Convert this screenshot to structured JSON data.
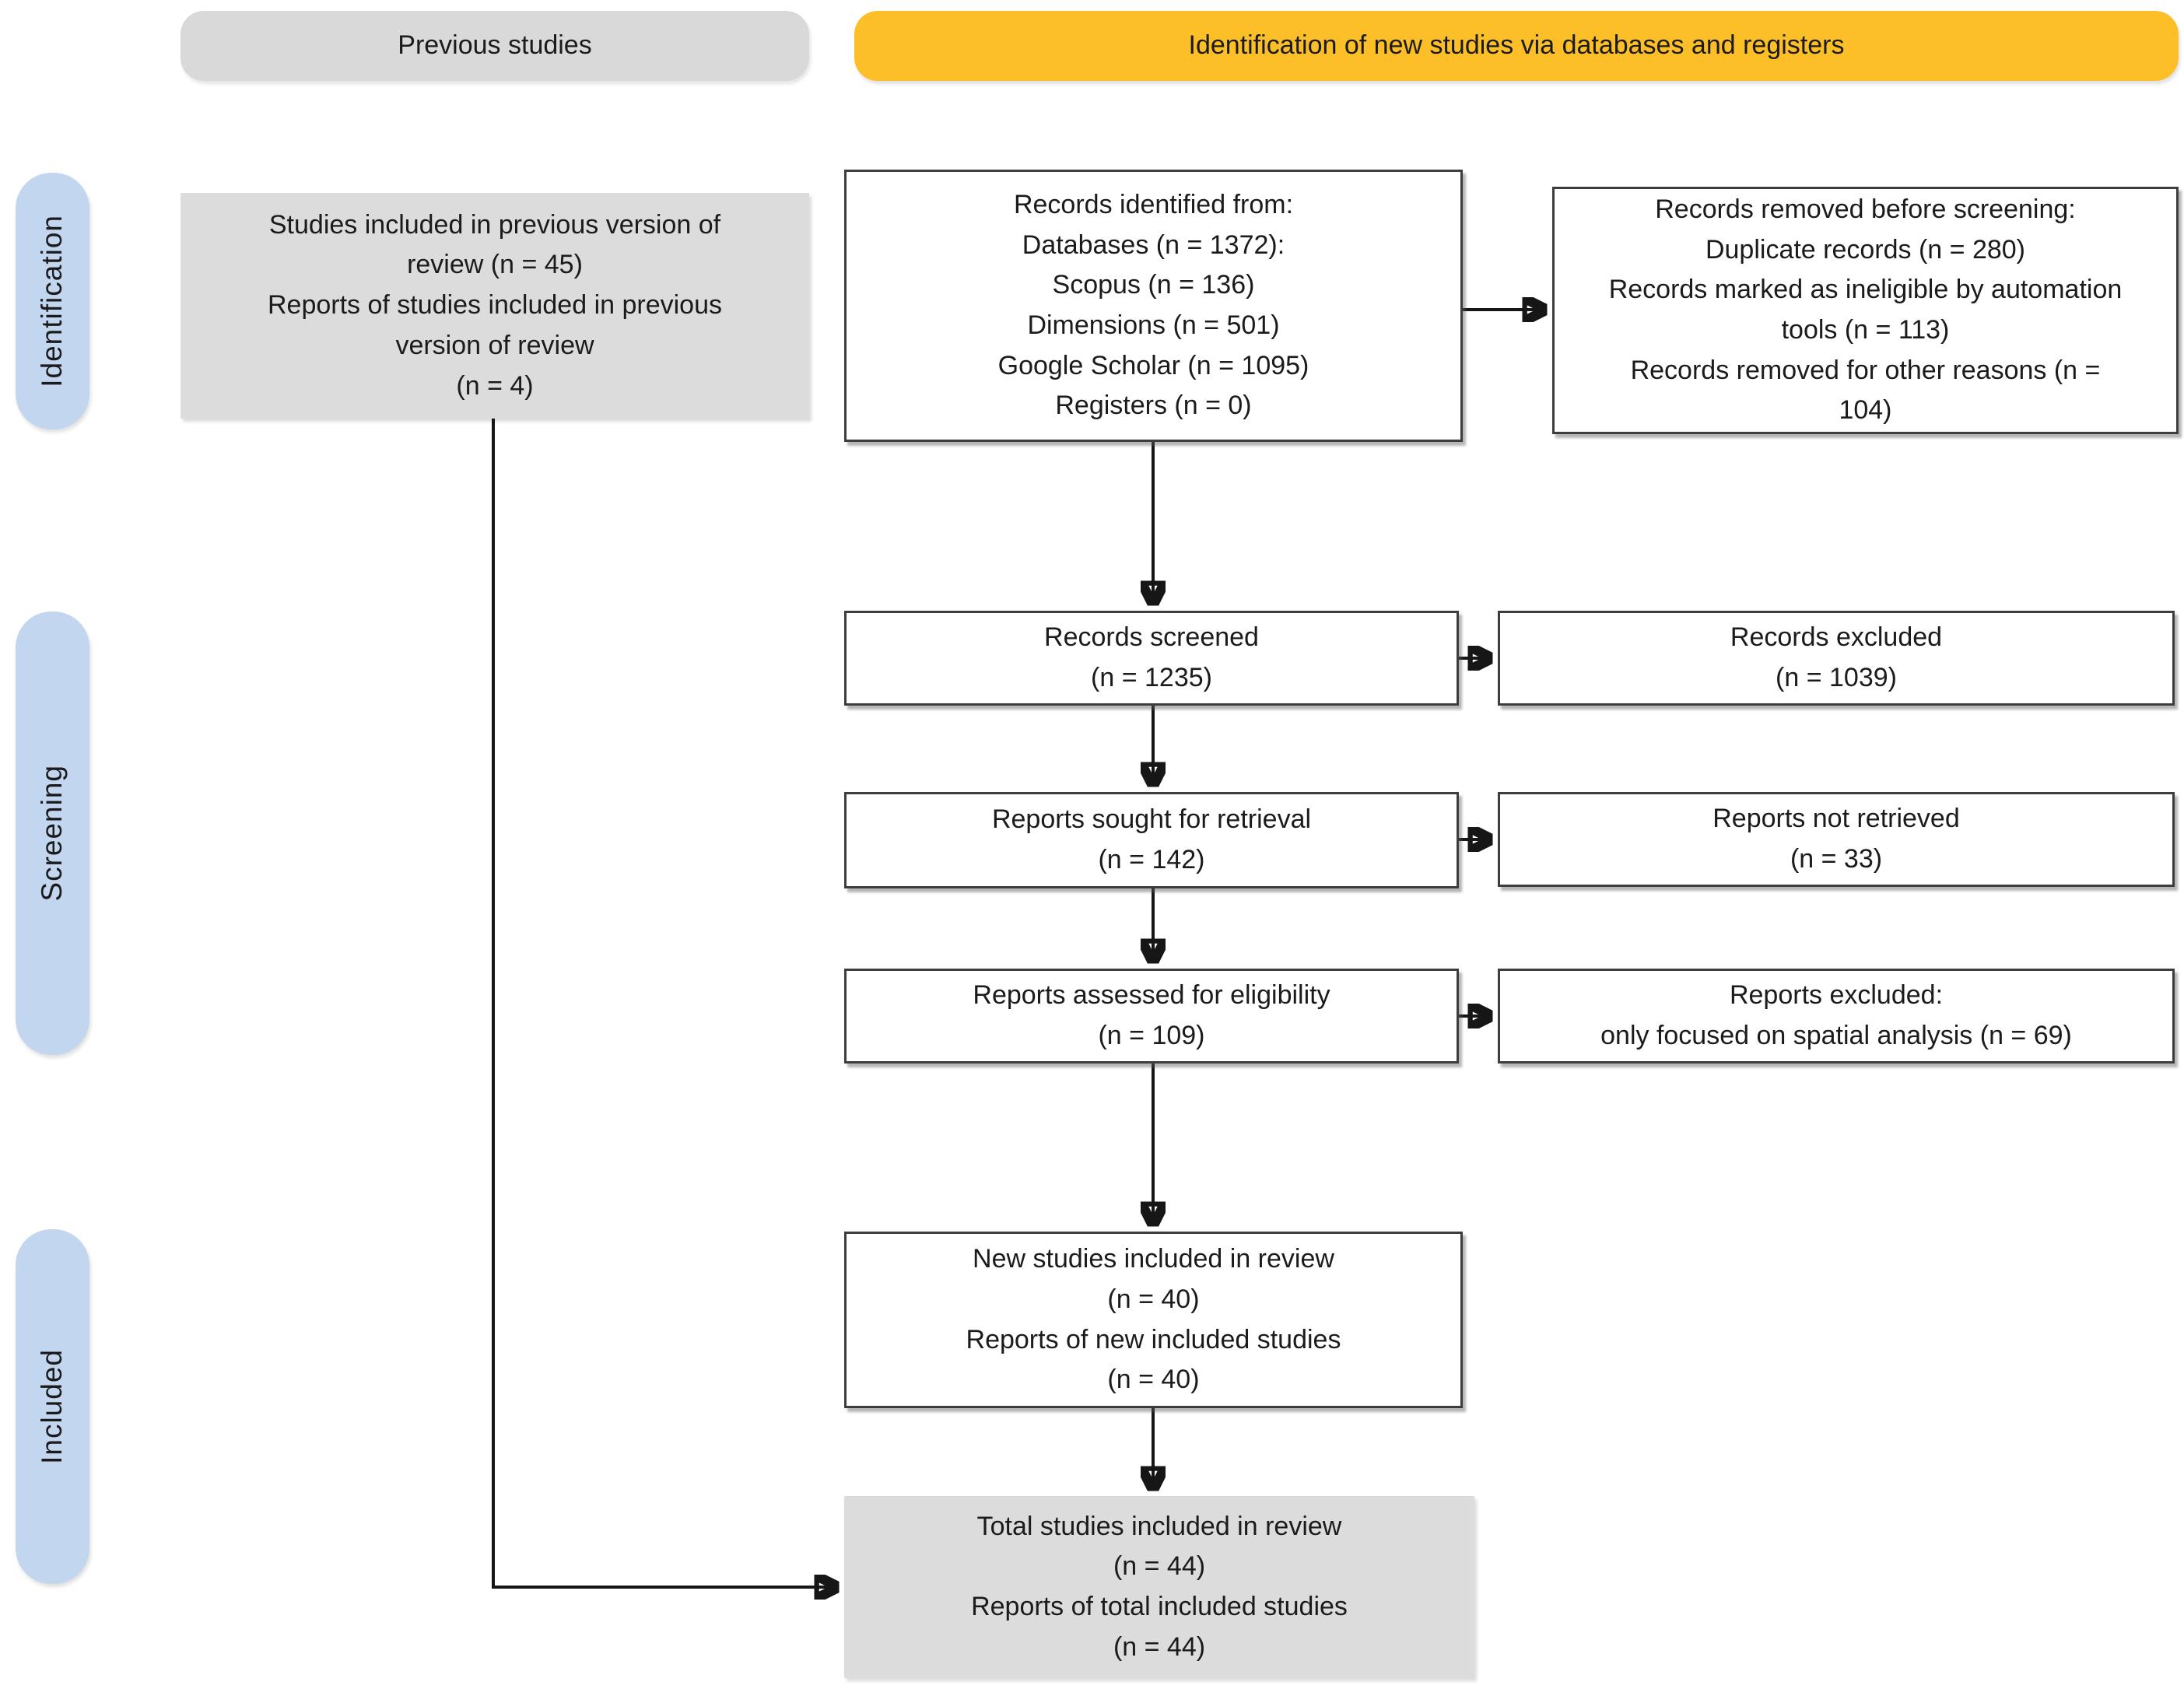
{
  "colors": {
    "header_yellow": "#FDBF27",
    "header_gray": "#D9D9D9",
    "box_gray": "#DCDCDC",
    "sidebar_blue": "#C3D6EF",
    "box_border": "#3D3D3D"
  },
  "column_headers": {
    "previous_studies": "Previous studies",
    "new_studies": "Identification of new studies via databases and registers"
  },
  "stage_labels": {
    "identification": "Identification",
    "screening": "Screening",
    "included": "Included"
  },
  "boxes": {
    "previous_review": "Studies included in previous version of\nreview (n = 45)\nReports of studies included in previous\nversion of review\n(n = 4)",
    "records_identified": "Records identified from:\nDatabases (n = 1372):\nScopus (n = 136)\nDimensions (n = 501)\nGoogle Scholar (n = 1095)\nRegisters (n = 0)",
    "records_removed": "Records removed before screening:\nDuplicate records (n = 280)\nRecords marked as ineligible by automation\ntools (n = 113)\nRecords removed for other reasons (n =\n104)",
    "records_screened": "Records screened\n(n = 1235)",
    "records_excluded": "Records excluded\n(n = 1039)",
    "reports_sought": "Reports sought for retrieval\n(n = 142)",
    "reports_not_retrieved": "Reports not retrieved\n(n = 33)",
    "reports_assessed": "Reports assessed for eligibility\n(n = 109)",
    "reports_excluded": "Reports excluded:\nonly focused on spatial analysis (n = 69)",
    "new_studies_included": "New studies included in review\n(n = 40)\nReports of new included studies\n(n = 40)",
    "total_studies_included": "Total studies included in review\n(n = 44)\nReports of total included studies\n(n = 44)"
  }
}
